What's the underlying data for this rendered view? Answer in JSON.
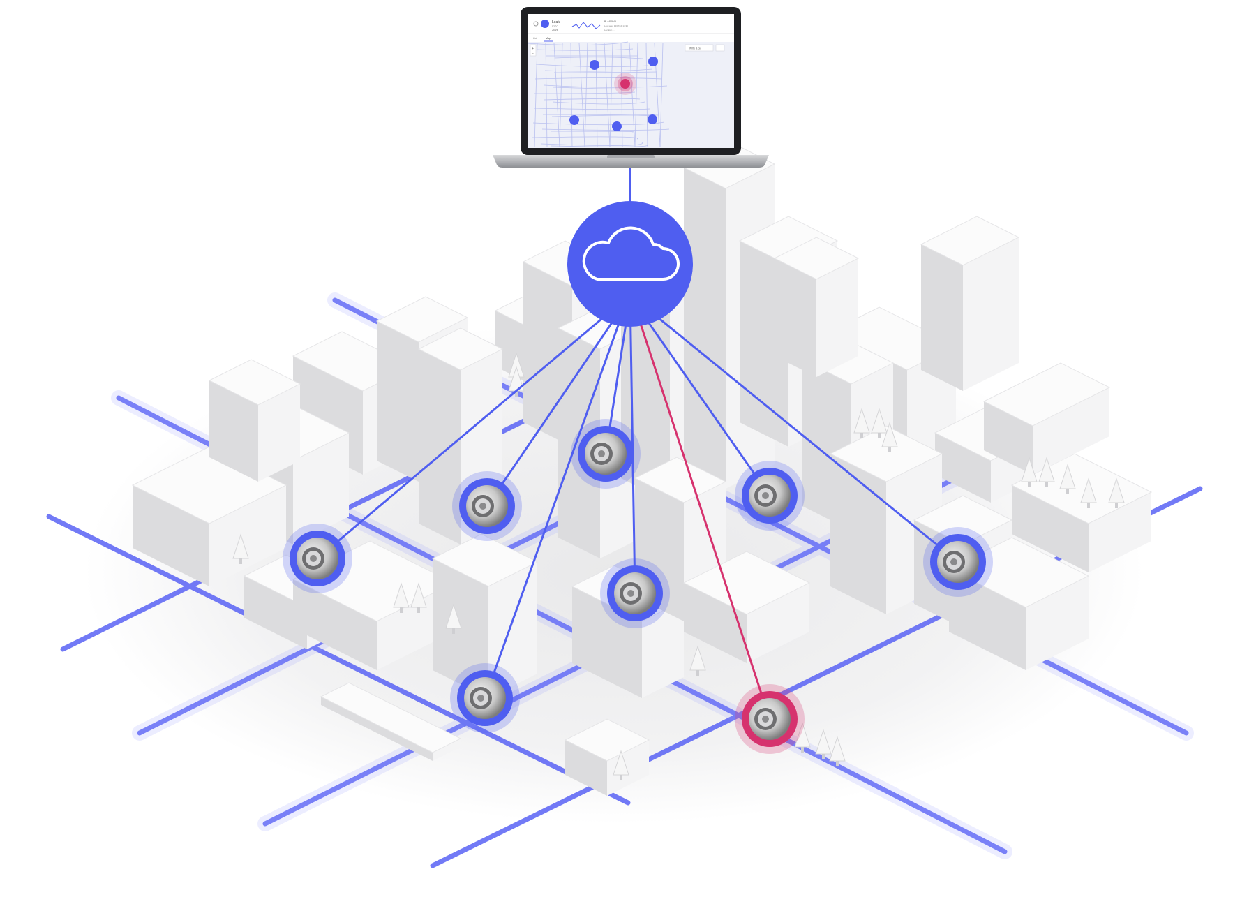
{
  "colors": {
    "accent": "#4f5ef0",
    "alert": "#d6326e",
    "road": "#5a63f5",
    "building": "#eeeeee",
    "background": "#ffffff"
  },
  "laptop": {
    "screen": {
      "header_title": "Leak",
      "header_values": [
        "52 °C",
        "26 l/s"
      ],
      "header_right": [
        "B. 4455 45",
        "Last seen  12/07/19 14:36",
        "Location  ..."
      ],
      "tabs": [
        "List",
        "Map"
      ],
      "map_search_label": "Write & Go",
      "zoom_labels": [
        "+",
        "−"
      ],
      "map_points": [
        "normal",
        "normal",
        "alert",
        "normal",
        "normal",
        "normal"
      ]
    }
  },
  "cloud": {
    "icon": "cloud-icon"
  },
  "meters": [
    {
      "id": "meter-1",
      "status": "normal"
    },
    {
      "id": "meter-2",
      "status": "normal"
    },
    {
      "id": "meter-3",
      "status": "normal"
    },
    {
      "id": "meter-4",
      "status": "normal"
    },
    {
      "id": "meter-5",
      "status": "normal"
    },
    {
      "id": "meter-6",
      "status": "normal"
    },
    {
      "id": "meter-7",
      "status": "normal"
    },
    {
      "id": "meter-8",
      "status": "alert"
    }
  ]
}
